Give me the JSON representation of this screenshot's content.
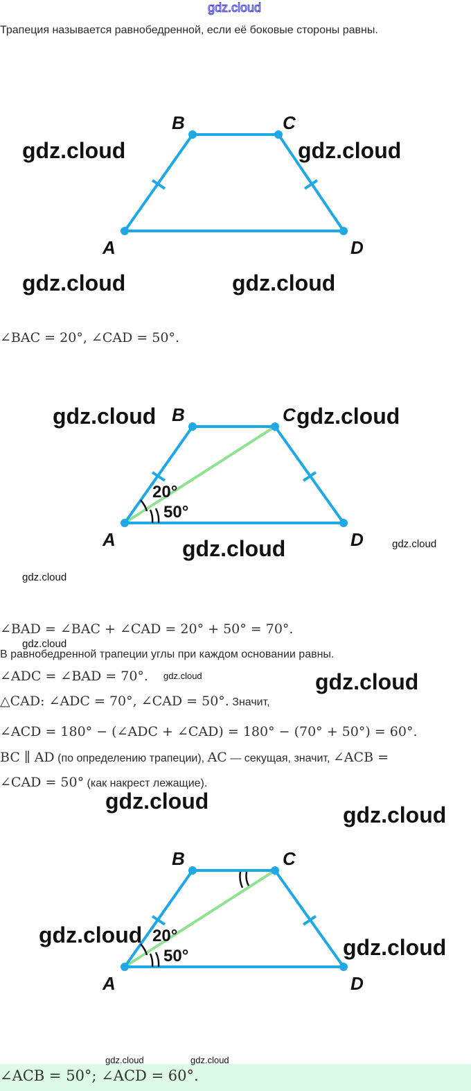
{
  "watermark": "gdz.cloud",
  "colors": {
    "figure_line": "#1fa8e6",
    "diagonal": "#8fe28f",
    "answer_band": "#dcfae6"
  },
  "definition": "Трапеция называется равнобедренной, если её боковые стороны равны.",
  "figures": {
    "vertices": {
      "A": "A",
      "B": "B",
      "C": "C",
      "D": "D"
    },
    "angle_20": "20°",
    "angle_50": "50°"
  },
  "given": "∠BAC = 20°, ∠CAD = 50°.",
  "steps": {
    "bad": "∠BAD = ∠BAC + ∠CAD = 20° + 50° = 70°.",
    "property": "В равнобедренной трапеции углы при каждом основании равны.",
    "adc": "∠ADC = ∠BAD = 70°.",
    "triangle_math": "△CAD: ∠ADC = 70°, ∠CAD = 50°.",
    "triangle_text": "Значит,",
    "acd": "∠ACD = 180° − (∠ADC + ∠CAD) = 180° − (70° + 50°) = 60°.",
    "parallel_math1": "BC ∥ AD",
    "parallel_text1": "(по определению трапеции),",
    "parallel_math2": "AC",
    "parallel_text2": "— секущая, значит,",
    "parallel_math3": "∠ACB =",
    "parallel_math4": "∠CAD = 50°",
    "parallel_text3": "(как накрест лежащие)."
  },
  "answer": "∠ACB = 50°; ∠ACD = 60°."
}
